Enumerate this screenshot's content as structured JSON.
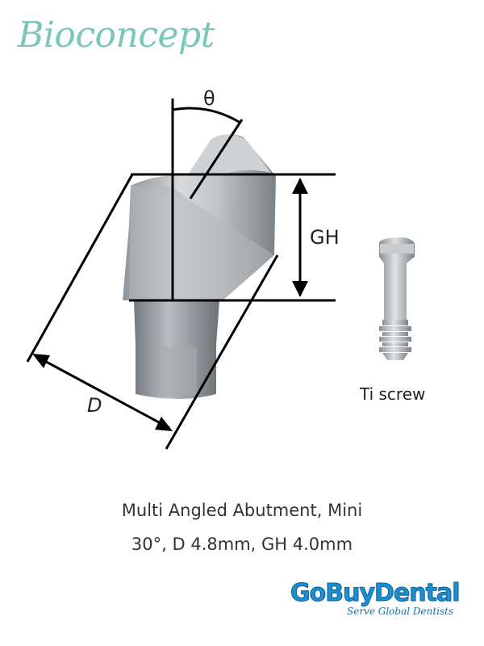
{
  "brand": {
    "name": "Bioconcept"
  },
  "diagram": {
    "angle_symbol": "θ",
    "height_label": "GH",
    "diameter_label": "D"
  },
  "screw": {
    "caption": "Ti screw"
  },
  "caption": {
    "line1": "Multi Angled Abutment, Mini",
    "line2": "30°, D 4.8mm, GH 4.0mm"
  },
  "distributor": {
    "name": "GoBuyDental",
    "tagline": "Serve Global Dentists"
  },
  "colors": {
    "brand": "#79c7b8",
    "distributor": "#1c8fd0",
    "metal": "#b9bdc1"
  }
}
